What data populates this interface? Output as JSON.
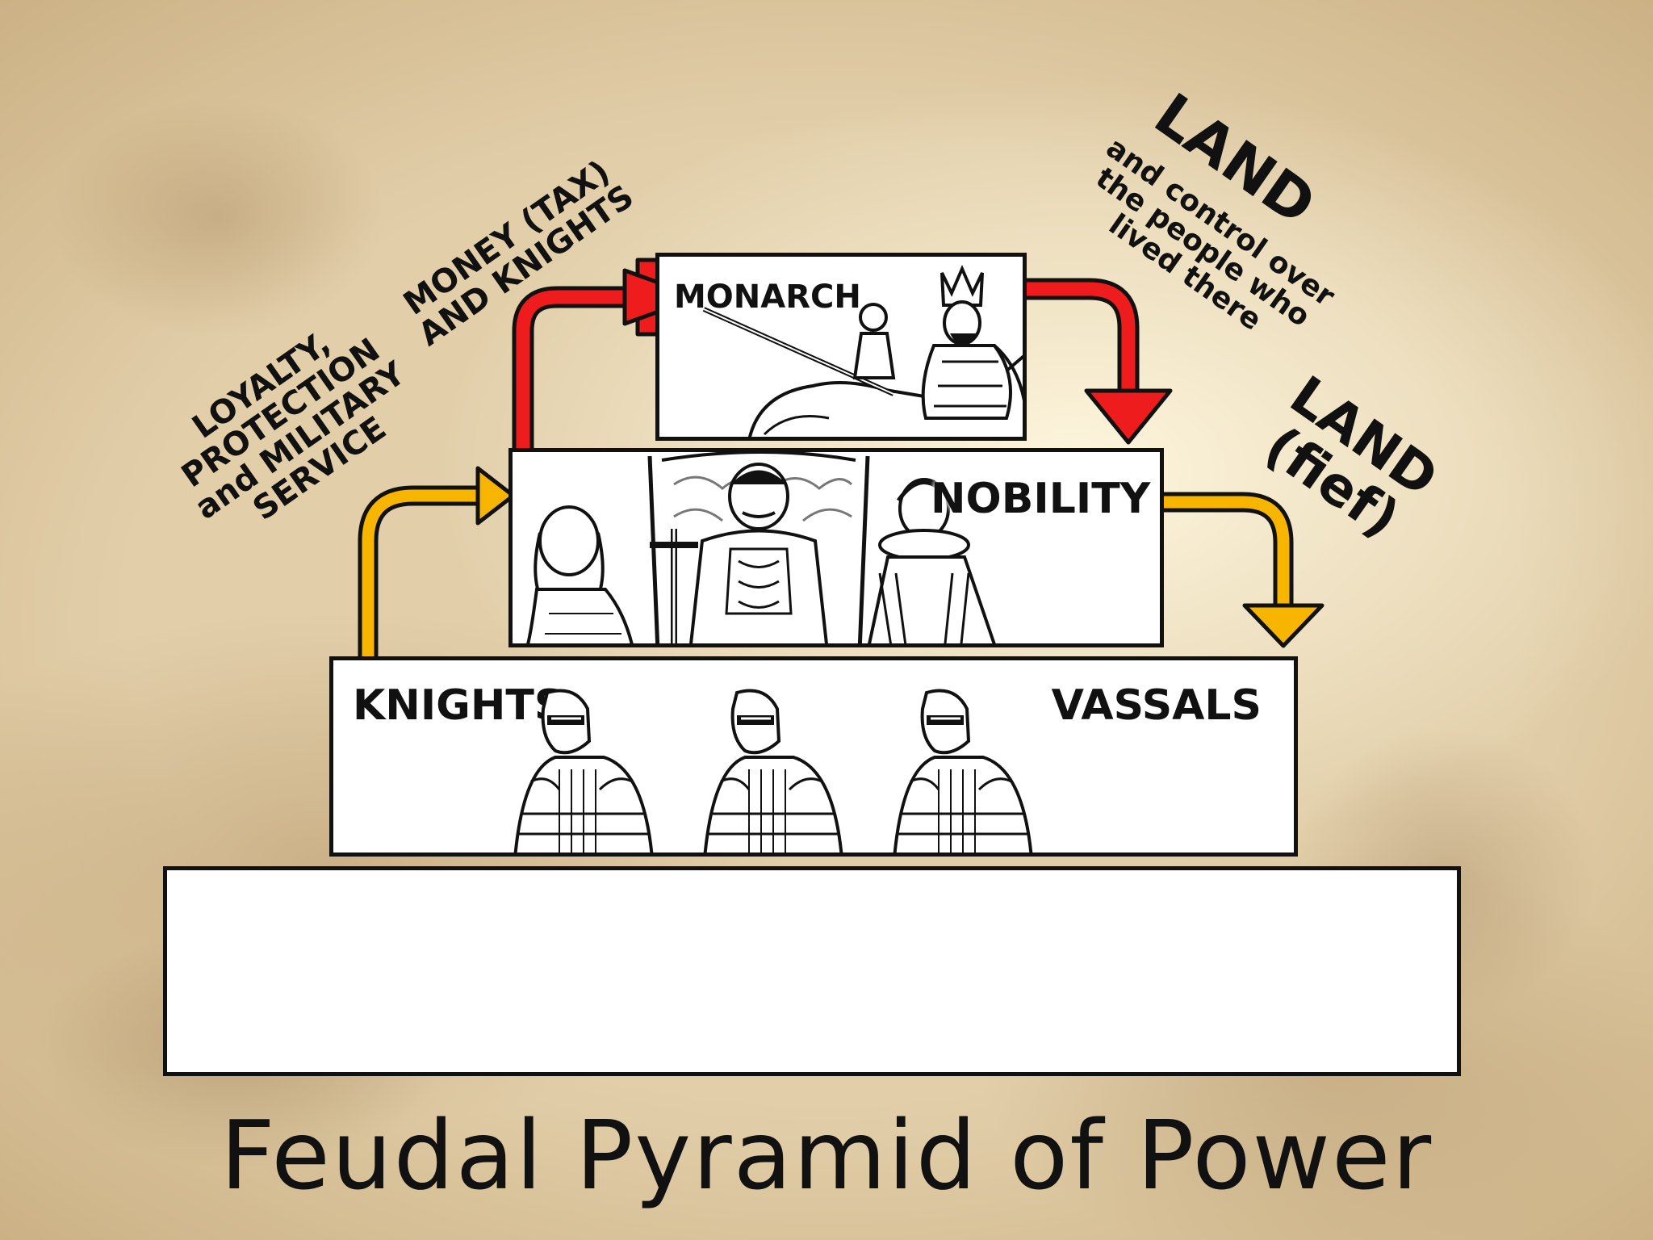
{
  "diagram": {
    "title": "Feudal Pyramid of Power",
    "tiers": {
      "monarch": "MONARCH",
      "nobility": "NOBILITY",
      "knights_left": "KNIGHTS",
      "knights_right": "VASSALS",
      "bottom": ""
    },
    "flows": {
      "nobility_to_monarch": [
        "MONEY (TAX)",
        "AND KNIGHTS"
      ],
      "knights_to_nobility": [
        "LOYALTY,",
        "PROTECTION",
        "and MILITARY",
        "SERVICE"
      ],
      "monarch_to_nobility": {
        "heading": "LAND",
        "lines": [
          "and control over",
          "the people who",
          "lived there"
        ]
      },
      "nobility_to_knights": [
        "LAND",
        "(fief)"
      ]
    },
    "colors": {
      "red_arrow": "#ee1c1c",
      "yellow_arrow": "#f7b500",
      "outline": "#111111"
    },
    "icons": {
      "monarch": "king-on-horseback-icon",
      "nobility": "noble-family-icon",
      "knights": "armored-knight-icon"
    }
  }
}
